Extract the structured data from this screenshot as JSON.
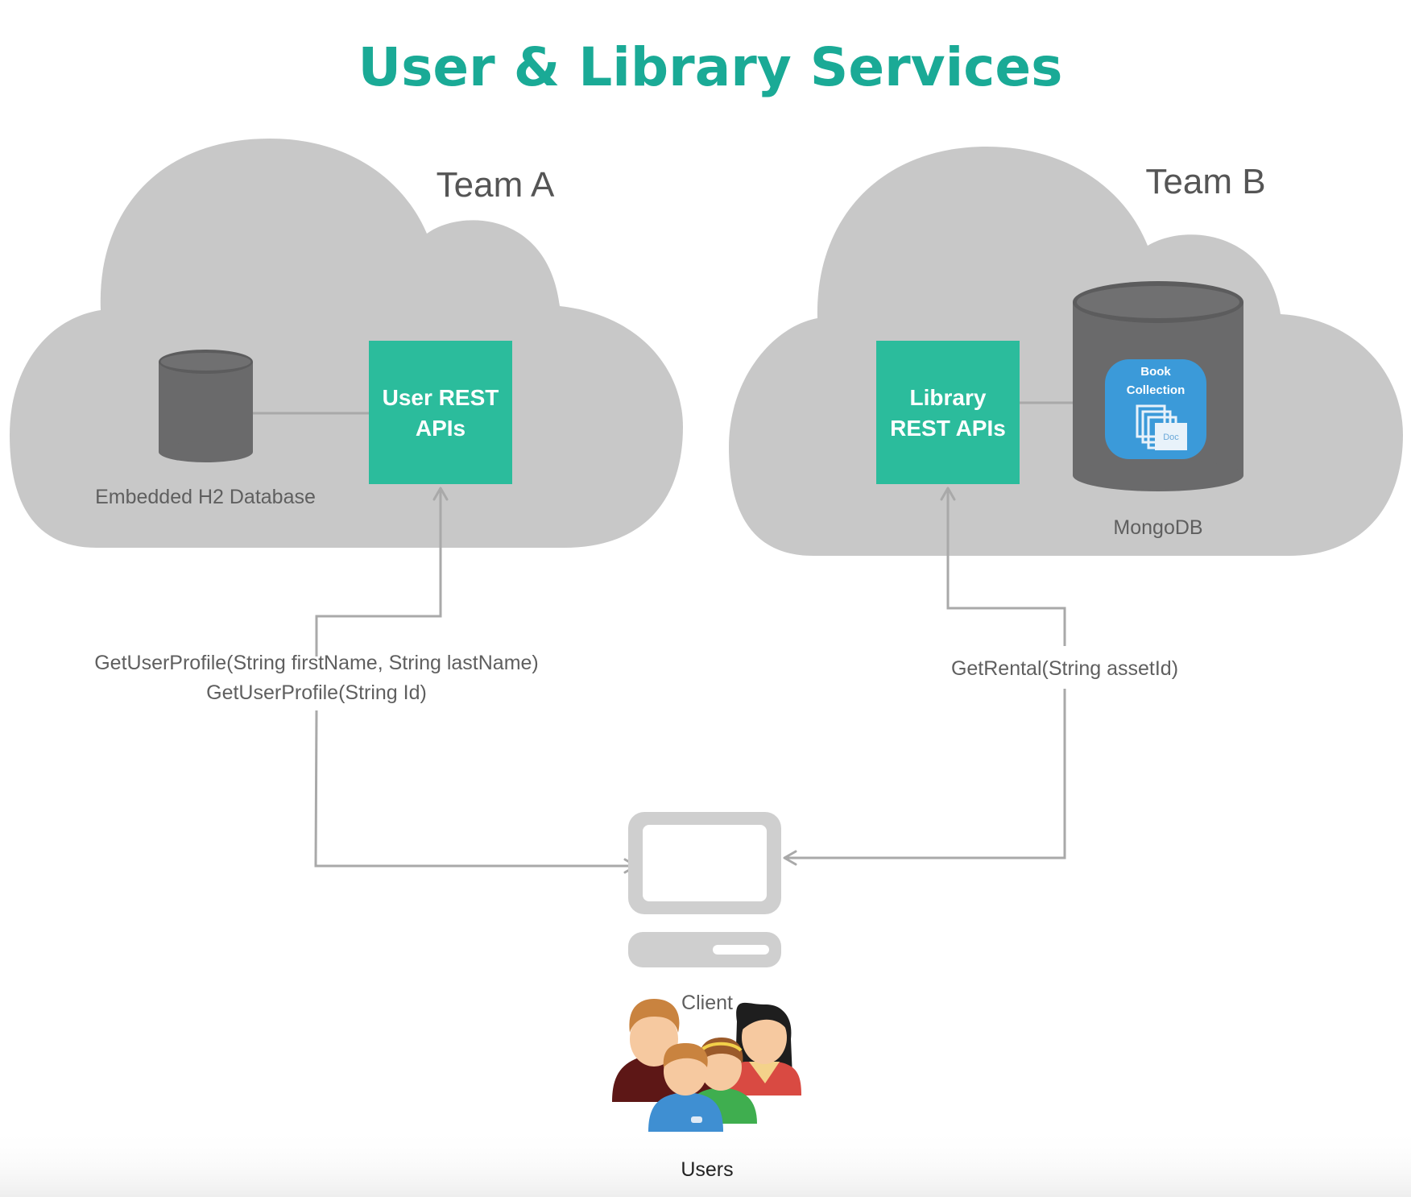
{
  "title": "User & Library Services",
  "colors": {
    "title": "#1aaa96",
    "cloud": "#c8c8c8",
    "api_box": "#2bbc9c",
    "db_dark": "#6a6a6b",
    "db_top": "#5c5c5d",
    "collection": "#3b9ad9",
    "connector": "#a9a9a9",
    "client_device": "#cfcfcf",
    "label_text": "#5f5f5f"
  },
  "team_a": {
    "name": "Team A",
    "api": {
      "line1": "User REST",
      "line2": "APIs"
    },
    "database": {
      "label": "Embedded H2 Database",
      "icon": "database-icon"
    }
  },
  "team_b": {
    "name": "Team B",
    "api": {
      "line1": "Library",
      "line2": "REST APIs"
    },
    "database": {
      "label": "MongoDB",
      "icon": "database-icon",
      "collection": {
        "line1": "Book",
        "line2": "Collection",
        "doc_label": "Doc",
        "icon": "documents-icon"
      }
    }
  },
  "calls": {
    "user_api": [
      "GetUserProfile(String firstName, String lastName)",
      "GetUserProfile(String Id)"
    ],
    "library_api": [
      "GetRental(String assetId)"
    ]
  },
  "client": {
    "label": "Client",
    "icon": "computer-icon"
  },
  "users": {
    "label": "Users",
    "icon": "users-group-icon"
  }
}
